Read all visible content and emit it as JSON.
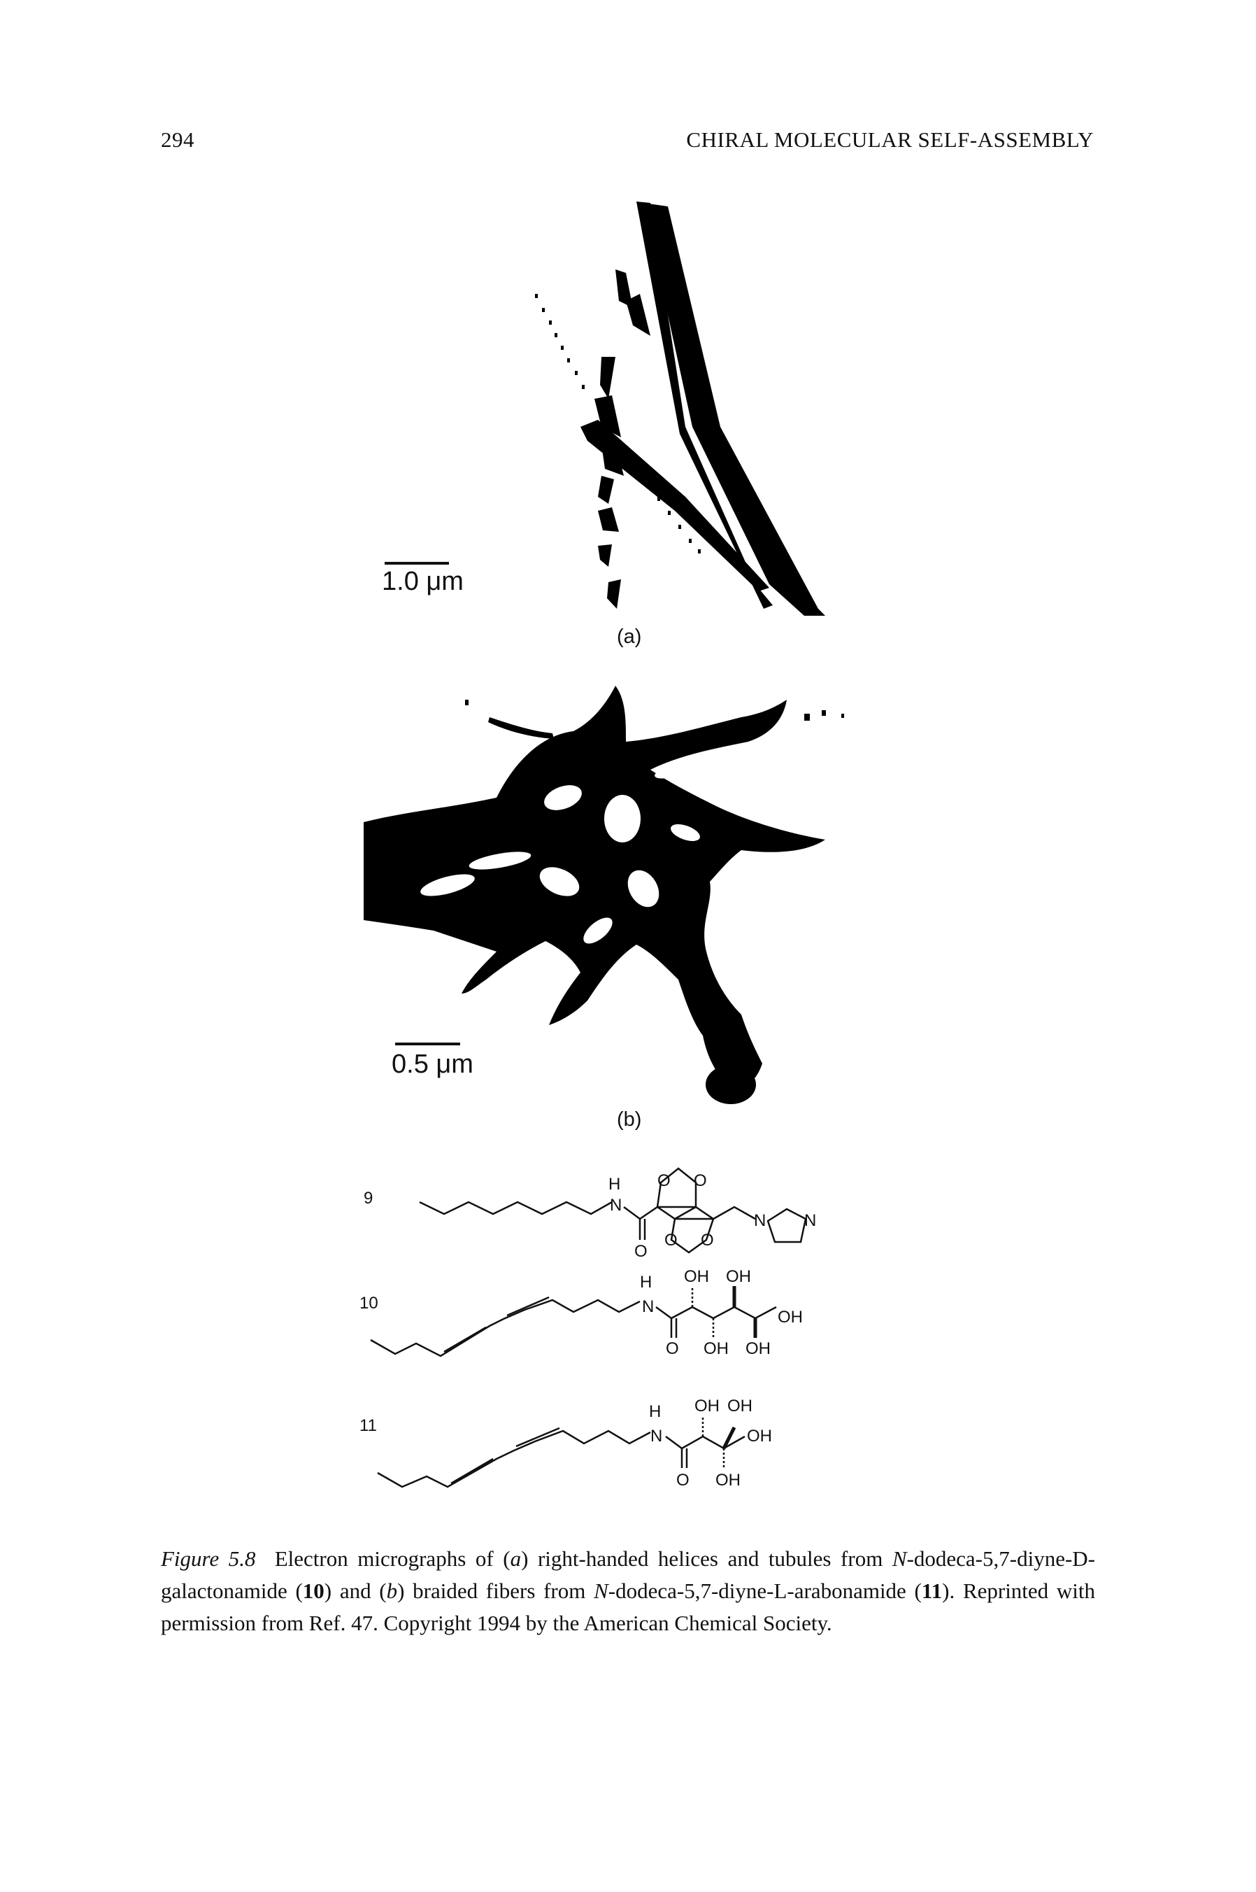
{
  "header": {
    "page_number": "294",
    "running_title": "CHIRAL MOLECULAR SELF-ASSEMBLY"
  },
  "figure": {
    "panel_a": {
      "scale_label": "1.0 μm",
      "panel_label": "(a)"
    },
    "panel_b": {
      "scale_label": "0.5 μm",
      "panel_label": "(b)"
    },
    "structures": [
      {
        "number": "9",
        "atom_labels": [
          "H",
          "N",
          "O",
          "O",
          "O",
          "O",
          "O",
          "N",
          "N"
        ]
      },
      {
        "number": "10",
        "atom_labels": [
          "H",
          "N",
          "O",
          "OH",
          "OH",
          "OH",
          "OH",
          "OH"
        ]
      },
      {
        "number": "11",
        "atom_labels": [
          "H",
          "N",
          "O",
          "OH",
          "OH",
          "OH",
          "OH"
        ]
      }
    ]
  },
  "caption": {
    "label": "Figure 5.8",
    "t1": "Electron micrographs of (",
    "a": "a",
    "t2": ") right-handed helices and tubules from ",
    "N1": "N",
    "t3": "-dodeca-5,7-diyne-",
    "D": "D",
    "t4": "-galactonamide (",
    "c10": "10",
    "t5": ") and (",
    "b": "b",
    "t6": ") braided fibers from ",
    "N2": "N",
    "t7": "-dodeca-5,7-diyne-",
    "L": "L",
    "t8": "-arabonamide (",
    "c11": "11",
    "t9": "). Reprinted with permission from Ref. 47. Copyright 1994 by the American Chemical Society."
  }
}
